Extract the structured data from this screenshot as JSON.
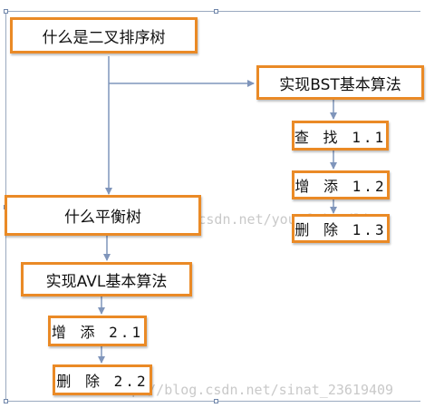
{
  "nodes": {
    "what_is_bst": "什么是二叉排序树",
    "implement_bst": "实现BST基本算法",
    "find": "查 找 1.1",
    "add_1": "增 添 1.2",
    "delete_1": "删 除 1.3",
    "what_is_avl": "什么平衡树",
    "implement_avl": "实现AVL基本算法",
    "add_2": "增 添 2.1",
    "delete_2": "删 除 2.2"
  },
  "watermarks": {
    "middle": "http://blog.csdn.net/yourfriendlio",
    "bottom": "http://blog.csdn.net/sinat_23619409"
  },
  "colors": {
    "node_border": "#ea8a26",
    "connector": "#7f95bb",
    "frame": "#9aa9bf"
  }
}
